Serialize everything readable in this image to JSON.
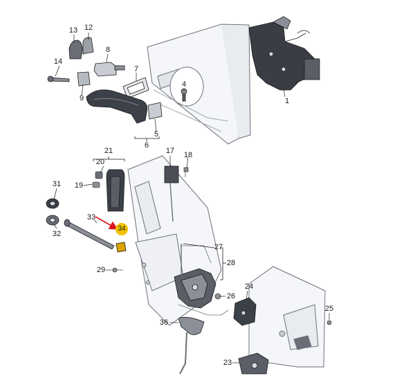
{
  "diagram": {
    "labels": {
      "p1": "1",
      "p4": "4",
      "p5": "5",
      "p6": "6",
      "p7": "7",
      "p8": "8",
      "p9": "9",
      "p12": "12",
      "p13": "13",
      "p14": "14",
      "p17": "17",
      "p18": "18",
      "p19": "19",
      "p20": "20",
      "p21": "21",
      "p23": "23",
      "p24": "24",
      "p25": "25",
      "p26": "26",
      "p27": "27",
      "p28": "28",
      "p29": "29",
      "p31": "31",
      "p32": "32",
      "p33": "33",
      "p34": "34",
      "p36": "36"
    },
    "colors": {
      "line": "#1a1a1a",
      "panel_fill": "#f2f4f7",
      "part_dark": "#3a3d44",
      "part_mid": "#8b9098",
      "part_light": "#d6d9de",
      "highlight": "#f2c200",
      "pointer_arrow": "#e0141c"
    }
  }
}
